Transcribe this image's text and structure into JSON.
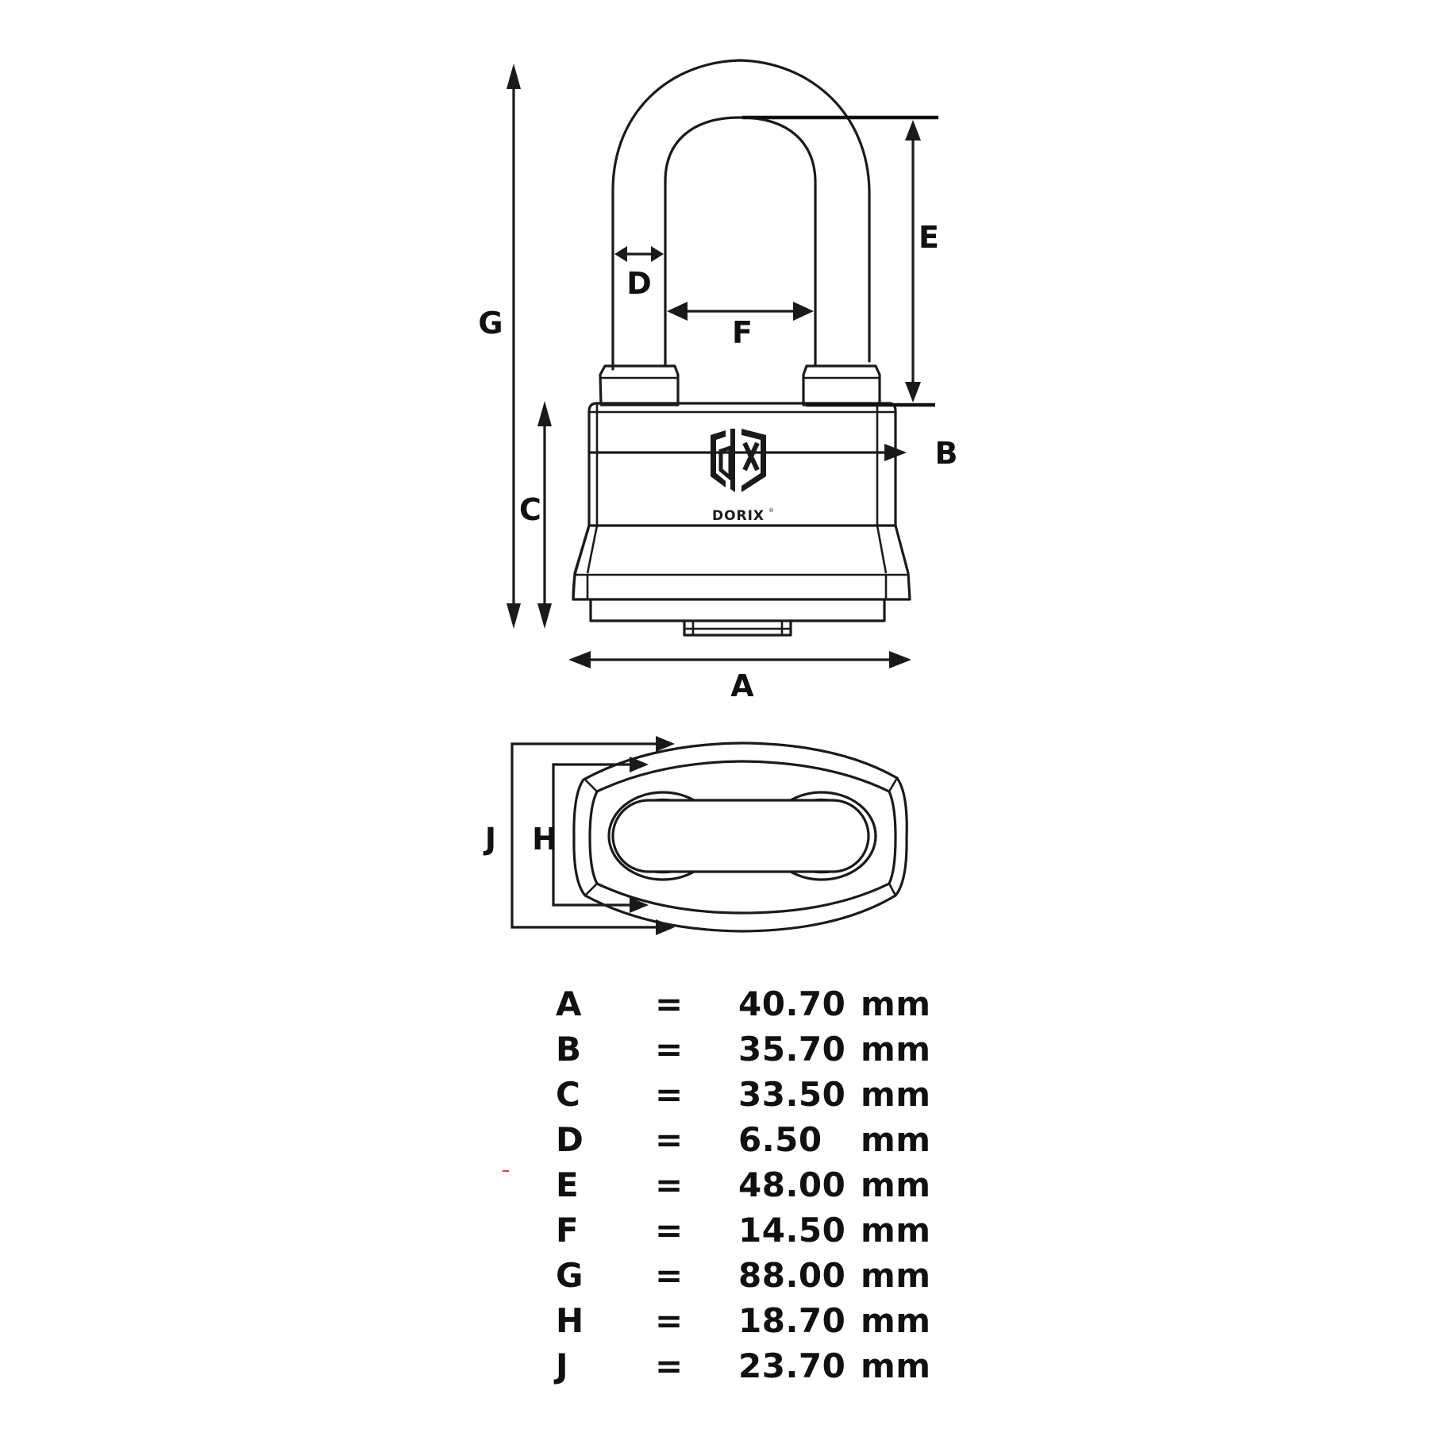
{
  "diagram": {
    "title": "Padlock dimension diagram",
    "brand": {
      "name": "DORIX",
      "mark": "®",
      "logo_icon": "dx-shield-logo-icon"
    },
    "front_view": {
      "dimension_labels": {
        "A": "A",
        "B": "B",
        "C": "C",
        "D": "D",
        "E": "E",
        "F": "F",
        "G": "G"
      }
    },
    "top_view": {
      "dimension_labels": {
        "H": "H",
        "J": "J"
      }
    },
    "colors": {
      "line": "#1a1a1a",
      "background": "#ffffff",
      "stray_mark": "#e03a3a"
    }
  },
  "specifications": {
    "unit": "mm",
    "rows": [
      {
        "key": "A",
        "eq": "=",
        "value": "40.70",
        "unit": "mm"
      },
      {
        "key": "B",
        "eq": "=",
        "value": "35.70",
        "unit": "mm"
      },
      {
        "key": "C",
        "eq": "=",
        "value": "33.50",
        "unit": "mm"
      },
      {
        "key": "D",
        "eq": "=",
        "value": "6.50",
        "unit": "mm"
      },
      {
        "key": "E",
        "eq": "=",
        "value": "48.00",
        "unit": "mm"
      },
      {
        "key": "F",
        "eq": "=",
        "value": "14.50",
        "unit": "mm"
      },
      {
        "key": "G",
        "eq": "=",
        "value": "88.00",
        "unit": "mm"
      },
      {
        "key": "H",
        "eq": "=",
        "value": "18.70",
        "unit": "mm"
      },
      {
        "key": "J",
        "eq": "=",
        "value": "23.70",
        "unit": "mm"
      }
    ]
  }
}
